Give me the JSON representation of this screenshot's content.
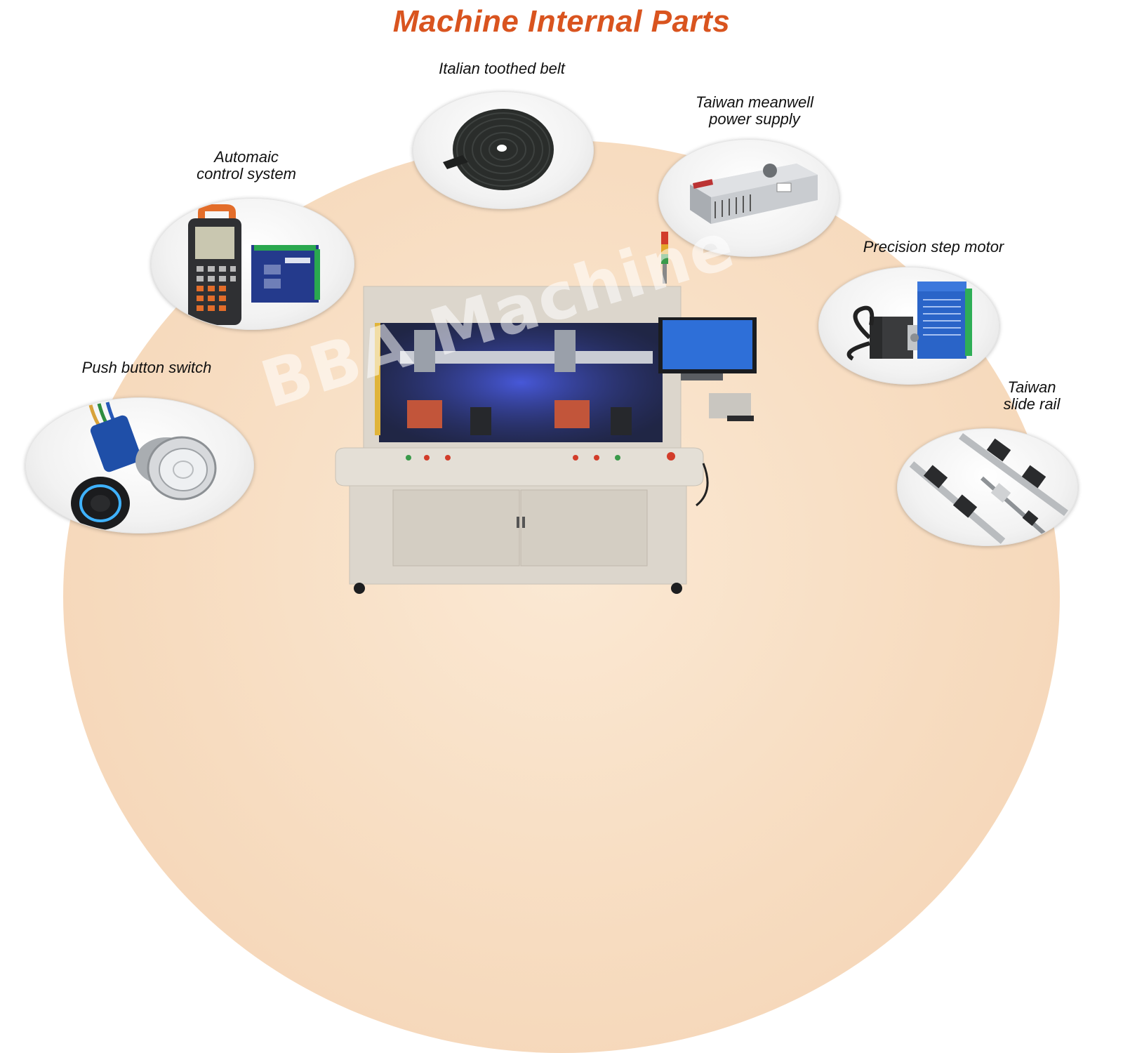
{
  "title": "Machine Internal Parts",
  "watermark": "BBA Machine",
  "parts": {
    "belt": {
      "label": "Italian toothed belt",
      "icon": "toothed-belt-icon"
    },
    "power": {
      "label_line1": "Taiwan meanwell",
      "label_line2": "power supply",
      "icon": "power-supply-icon"
    },
    "control": {
      "label_line1": "Automaic",
      "label_line2": "control system",
      "icon": "controller-icon"
    },
    "motor": {
      "label": "Precision step motor",
      "icon": "step-motor-icon"
    },
    "button": {
      "label": "Push button switch",
      "icon": "push-button-icon"
    },
    "rail": {
      "label_line1": "Taiwan",
      "label_line2": "slide rail",
      "icon": "slide-rail-icon"
    }
  },
  "colors": {
    "title": "#d9541f",
    "background_arc": "#f7dcc0"
  }
}
